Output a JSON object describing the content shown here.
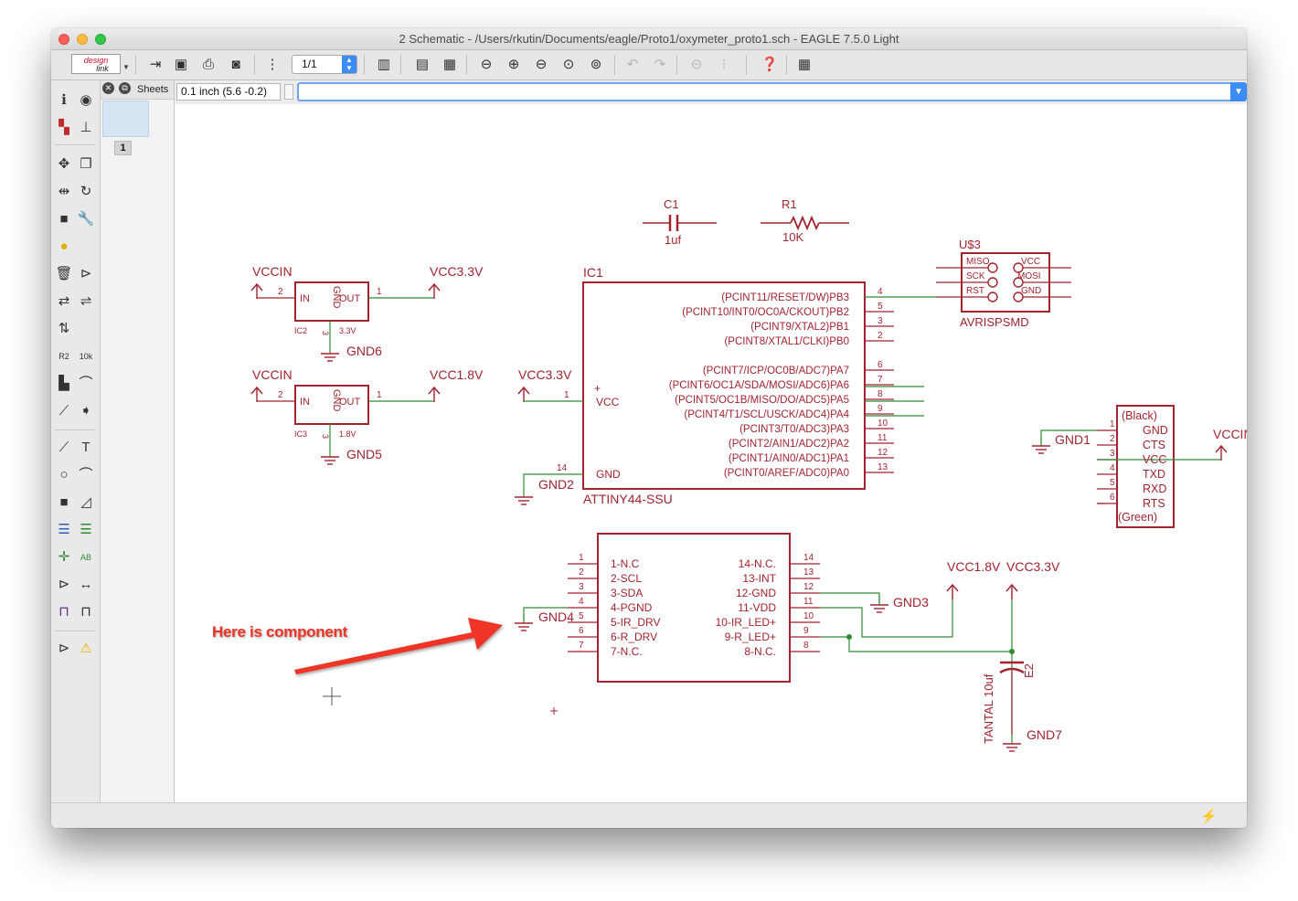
{
  "window": {
    "title": "2 Schematic - /Users/rkutin/Documents/eagle/Proto1/oxymeter_proto1.sch - EAGLE 7.5.0 Light"
  },
  "toolbar": {
    "logo_line1": "design",
    "logo_line2": "link",
    "page_selector": "1/1"
  },
  "sheets_panel": {
    "label": "Sheets",
    "sheet_number": "1"
  },
  "command_bar": {
    "coordinates": "0.1 inch (5.6 -0.2)",
    "command_value": ""
  },
  "annotation": {
    "text": "Here is component",
    "color": "#ee3426"
  },
  "colors": {
    "symbol": "#a3232f",
    "net": "#2e8b34",
    "text": "#a3232f"
  },
  "schematic": {
    "c1": {
      "name": "C1",
      "value": "1uf"
    },
    "r1": {
      "name": "R1",
      "value": "10K"
    },
    "us3": {
      "name": "U$3",
      "value": "AVRISPSMD",
      "pins_left": [
        "MISO",
        "SCK",
        "RST"
      ],
      "pins_right": [
        "VCC",
        "MOSI",
        "GND"
      ]
    },
    "ic2": {
      "supply_in": "VCCIN",
      "supply_out": "VCC3.3V",
      "in": "IN",
      "gnd": "GND",
      "out": "OUT",
      "pin_in": "2",
      "pin_gnd": "3",
      "pin_out": "1",
      "name": "IC2",
      "value": "3.3V",
      "ground": "GND6"
    },
    "ic3": {
      "supply_in": "VCCIN",
      "supply_out": "VCC1.8V",
      "in": "IN",
      "gnd": "GND",
      "out": "OUT",
      "pin_in": "2",
      "pin_gnd": "3",
      "pin_out": "1",
      "name": "IC3",
      "value": "1.8V",
      "ground": "GND5"
    },
    "ic1": {
      "name": "IC1",
      "value": "ATTINY44-SSU",
      "supply": "VCC3.3V",
      "vcc": "VCC",
      "gnd": "GND",
      "pin_vcc": "1",
      "pin_gnd": "14",
      "ground": "GND2",
      "plus": "+",
      "pins": [
        {
          "label": "(PCINT11/RESET/DW)PB3",
          "num": "4"
        },
        {
          "label": "(PCINT10/INT0/OC0A/CKOUT)PB2",
          "num": "5"
        },
        {
          "label": "(PCINT9/XTAL2)PB1",
          "num": "3"
        },
        {
          "label": "(PCINT8/XTAL1/CLKI)PB0",
          "num": "2"
        },
        {
          "label": "(PCINT7/ICP/OC0B/ADC7)PA7",
          "num": "6"
        },
        {
          "label": "(PCINT6/OC1A/SDA/MOSI/ADC6)PA6",
          "num": "7"
        },
        {
          "label": "(PCINT5/OC1B/MISO/DO/ADC5)PA5",
          "num": "8"
        },
        {
          "label": "(PCINT4/T1/SCL/USCK/ADC4)PA4",
          "num": "9"
        },
        {
          "label": "(PCINT3/T0/ADC3)PA3",
          "num": "10"
        },
        {
          "label": "(PCINT2/AIN1/ADC2)PA2",
          "num": "11"
        },
        {
          "label": "(PCINT1/AIN0/ADC1)PA1",
          "num": "12"
        },
        {
          "label": "(PCINT0/AREF/ADC0)PA0",
          "num": "13"
        }
      ]
    },
    "ftdi": {
      "top_label": "(Black)",
      "bottom_label": "(Green)",
      "pins": [
        {
          "num": "1",
          "label": "GND"
        },
        {
          "num": "2",
          "label": "CTS"
        },
        {
          "num": "3",
          "label": "VCC"
        },
        {
          "num": "4",
          "label": "TXD"
        },
        {
          "num": "5",
          "label": "RXD"
        },
        {
          "num": "6",
          "label": "RTS"
        }
      ],
      "ground": "GND1",
      "supply": "VCCIN"
    },
    "sensor": {
      "left_pins": [
        {
          "num": "1",
          "label": "1-N.C"
        },
        {
          "num": "2",
          "label": "2-SCL"
        },
        {
          "num": "3",
          "label": "3-SDA"
        },
        {
          "num": "4",
          "label": "4-PGND"
        },
        {
          "num": "5",
          "label": "5-IR_DRV"
        },
        {
          "num": "6",
          "label": "6-R_DRV"
        },
        {
          "num": "7",
          "label": "7-N.C."
        }
      ],
      "right_pins": [
        {
          "num": "14",
          "label": "14-N.C."
        },
        {
          "num": "13",
          "label": "13-INT"
        },
        {
          "num": "12",
          "label": "12-GND"
        },
        {
          "num": "11",
          "label": "11-VDD"
        },
        {
          "num": "10",
          "label": "10-IR_LED+"
        },
        {
          "num": "9",
          "label": "9-R_LED+"
        },
        {
          "num": "8",
          "label": "8-N.C."
        }
      ],
      "ground_left": "GND4",
      "ground_right": "GND3",
      "supply_1v8": "VCC1.8V",
      "supply_3v3": "VCC3.3V"
    },
    "e2": {
      "name": "E2",
      "value": "TANTAL 10uf",
      "ground": "GND7"
    }
  }
}
